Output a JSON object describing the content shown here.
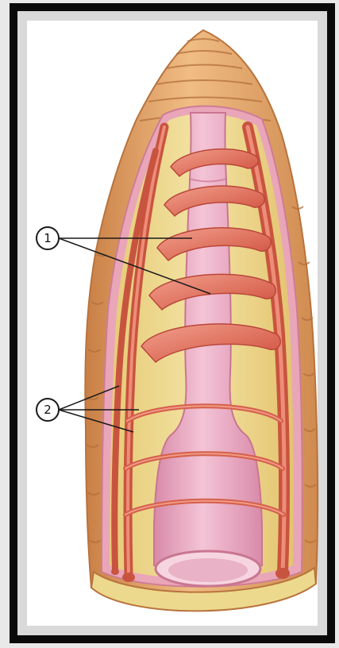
{
  "diagram": {
    "callouts": [
      {
        "id": "callout-1",
        "label": "1"
      },
      {
        "id": "callout-2",
        "label": "2"
      }
    ],
    "colors": {
      "page_background": "#e9e9ea",
      "outer_frame": "#0a0a0a",
      "inner_border": "#d9d9d9",
      "panel_background": "#ffffff",
      "segment_orange": "#e7a66a",
      "body_cavity_yellow": "#ecd98e",
      "intestine_pink": "#e7a1bd",
      "blood_vessel_red": "#d96048",
      "hearts_red": "#e06a57"
    }
  }
}
